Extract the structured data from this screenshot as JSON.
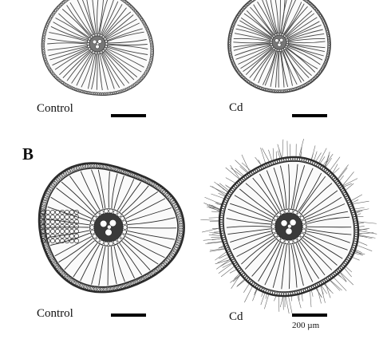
{
  "panels": [
    {
      "letter": "",
      "images": [
        {
          "label": "Control"
        },
        {
          "label": "Cd"
        }
      ]
    },
    {
      "letter": "B",
      "images": [
        {
          "label": "Control"
        },
        {
          "label": "Cd"
        }
      ],
      "scale_text": "200 µm"
    }
  ]
}
